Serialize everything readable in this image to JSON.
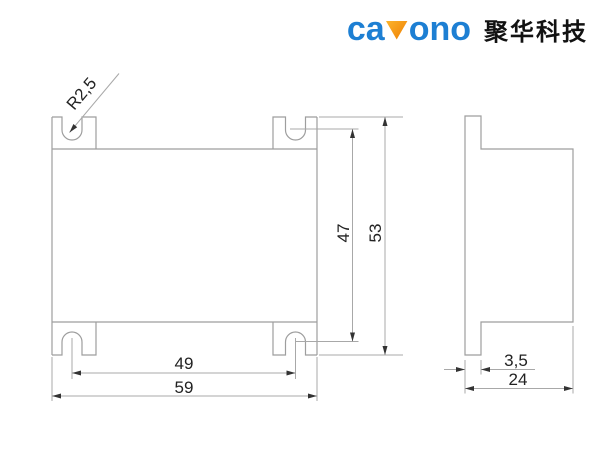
{
  "header": {
    "logo": {
      "text_before_v": "ca",
      "text_after_v": "ono",
      "v_icon": "orange-wedge",
      "company_name": "聚华科技"
    },
    "colors": {
      "logo_blue": "#1d7fd3",
      "logo_orange_light": "#fcb42c",
      "logo_orange_dark": "#f08507",
      "company_text": "#121212"
    }
  },
  "drawing": {
    "line_color": "#9e9e9e",
    "arrow_color": "#333333",
    "text_color": "#222222",
    "labels": {
      "slot_radius": "R2,5",
      "slot_center_distance": "49",
      "overall_width": "59",
      "inner_height": "47",
      "overall_height": "53",
      "flange_thickness": "3,5",
      "overall_depth": "24"
    }
  }
}
